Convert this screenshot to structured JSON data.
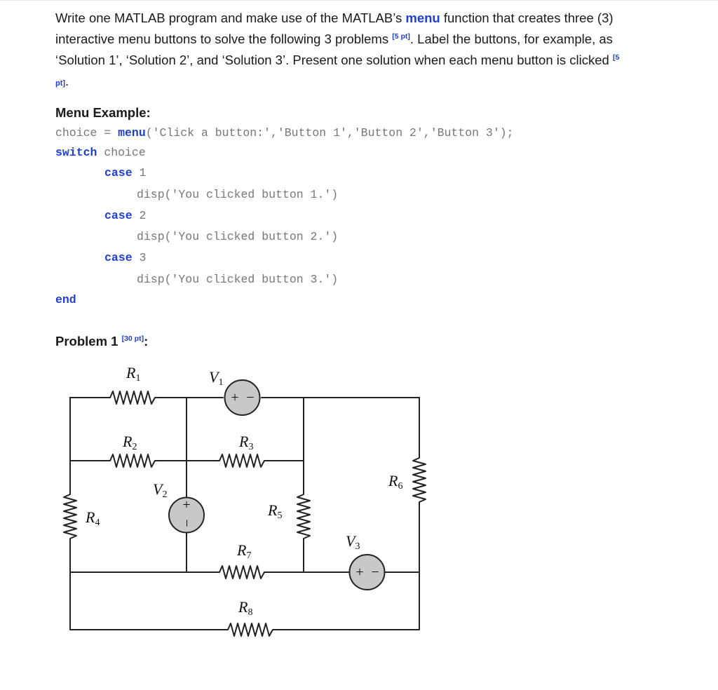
{
  "intro": {
    "t1": "Write one MATLAB program and make use of the MATLAB’s ",
    "menu_word": "menu",
    "t2": " function that creates three (3)",
    "t3": "interactive menu buttons to solve the following 3 problems ",
    "pts1": "[5 pt]",
    "t4": ". Label the buttons, for example, as",
    "t5": "‘Solution 1’, ‘Solution 2’, and ‘Solution 3’. Present one solution when each menu button is clicked ",
    "pts2a": "[5",
    "pts2b": "pt]",
    "t6": "."
  },
  "menu_example": {
    "heading": "Menu Example:",
    "line1_pre": "choice = ",
    "line1_kw": "menu",
    "line1_args": "('Click a button:','Button 1','Button 2','Button 3');",
    "switch_kw": "switch",
    "switch_var": " choice",
    "case_kw": "case",
    "case1_num": " 1",
    "case2_num": " 2",
    "case3_num": " 3",
    "disp1": "disp('You clicked button 1.')",
    "disp2": "disp('You clicked button 2.')",
    "disp3": "disp('You clicked button 3.')",
    "end_kw": "end"
  },
  "problem1": {
    "heading": "Problem 1 ",
    "pts": "[30 pt]",
    "colon": ":"
  },
  "circuit": {
    "R1": "R",
    "R1_sub": "1",
    "R2": "R",
    "R2_sub": "2",
    "R3": "R",
    "R3_sub": "3",
    "R4": "R",
    "R4_sub": "4",
    "R5": "R",
    "R5_sub": "5",
    "R6": "R",
    "R6_sub": "6",
    "R7": "R",
    "R7_sub": "7",
    "R8": "R",
    "R8_sub": "8",
    "V1": "V",
    "V1_sub": "1",
    "V2": "V",
    "V2_sub": "2",
    "V3": "V",
    "V3_sub": "3",
    "plus": "+",
    "minus": "−",
    "source_fill": "#c8c8c8"
  }
}
